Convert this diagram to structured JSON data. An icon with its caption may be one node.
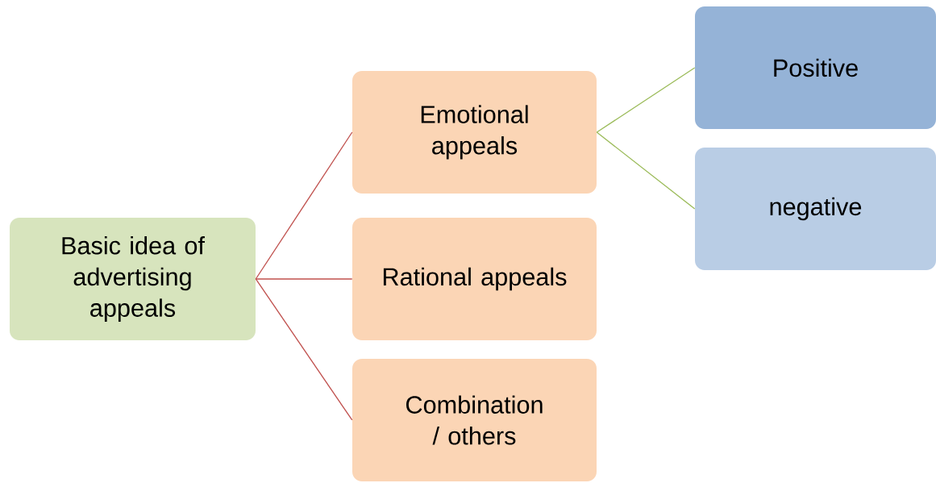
{
  "diagram": {
    "nodes": [
      {
        "text": [
          "Basic idea of advertising appeals"
        ]
      },
      {
        "text": [
          "Emotional appeals"
        ]
      },
      {
        "text": [
          "Rational appeals"
        ]
      },
      {
        "text": [
          "Combination / others"
        ]
      },
      {
        "text": [
          "Positive"
        ]
      },
      {
        "text": [
          "negative"
        ]
      }
    ],
    "edges": [
      {
        "from": 0,
        "to": 1,
        "arrow": "none"
      },
      {
        "from": 0,
        "to": 2,
        "arrow": "none"
      },
      {
        "from": 0,
        "to": 3,
        "arrow": "none"
      },
      {
        "from": 1,
        "to": 4,
        "arrow": "none",
        "color": "#9bbb59"
      },
      {
        "from": 1,
        "to": 5,
        "arrow": "none",
        "color": "#9bbb59"
      }
    ]
  }
}
